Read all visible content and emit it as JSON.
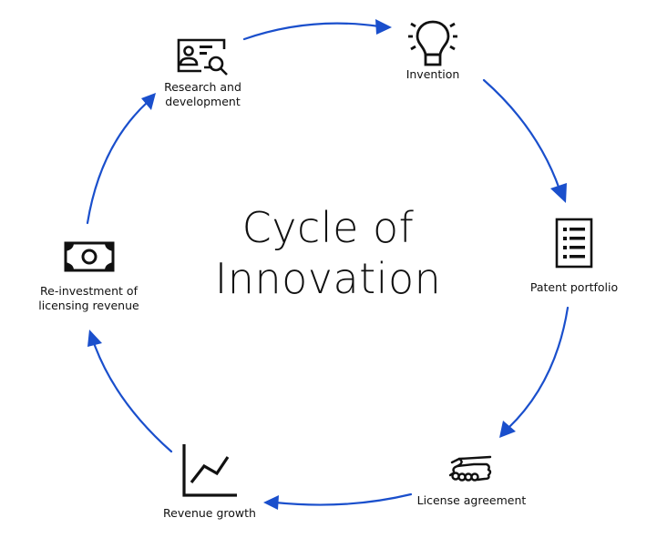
{
  "diagram": {
    "title_line1": "Cycle of",
    "title_line2": "Innovation",
    "arrow_color": "#1a4fcc",
    "nodes": [
      {
        "id": "research",
        "label_line1": "Research and",
        "label_line2": "development",
        "icon": "profile-search-icon"
      },
      {
        "id": "invention",
        "label_line1": "Invention",
        "icon": "lightbulb-icon"
      },
      {
        "id": "patent",
        "label_line1": "Patent portfolio",
        "icon": "document-list-icon"
      },
      {
        "id": "license",
        "label_line1": "License agreement",
        "icon": "handshake-icon"
      },
      {
        "id": "revenue",
        "label_line1": "Revenue growth",
        "icon": "line-chart-icon"
      },
      {
        "id": "reinvest",
        "label_line1": "Re-investment of",
        "label_line2": "licensing revenue",
        "icon": "banknote-icon"
      }
    ],
    "flow": [
      "Research and development",
      "Invention",
      "Patent portfolio",
      "License agreement",
      "Revenue growth",
      "Re-investment of licensing revenue"
    ]
  }
}
